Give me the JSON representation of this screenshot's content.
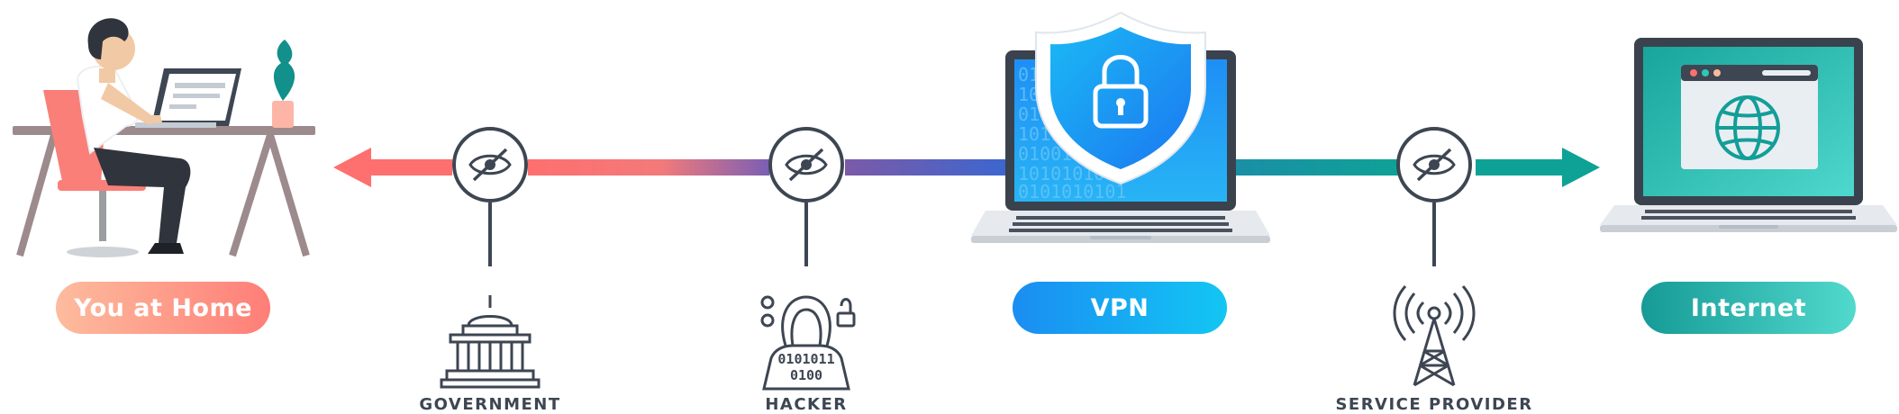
{
  "nodes": {
    "home": {
      "label": "You at Home"
    },
    "vpn": {
      "label": "VPN"
    },
    "internet": {
      "label": "Internet"
    }
  },
  "observers": {
    "government": {
      "label": "GOVERNMENT"
    },
    "hacker": {
      "label": "HACKER"
    },
    "service_provider": {
      "label": "SERVICE PROVIDER"
    }
  },
  "icons": {
    "hidden_eye": "eye-slash-icon",
    "government": "capitol-building-icon",
    "hacker": "hooded-hacker-icon",
    "service_provider": "radio-tower-icon",
    "vpn": "shield-lock-icon",
    "internet": "globe-icon"
  },
  "binary_text": [
    "0101010101",
    "1010101011",
    "0110100110",
    "1011101001",
    "0100101010",
    "1010101011",
    "0101010101"
  ],
  "hacker_code": [
    "0101011",
    "0100"
  ],
  "colors": {
    "home_pill": [
      "#fdb99c",
      "#fe7f78"
    ],
    "vpn_pill": [
      "#1a8df2",
      "#13c6f3"
    ],
    "internet_pill": [
      "#169a96",
      "#52d9cd"
    ],
    "arrow_left": "#fe7474",
    "arrow_mid": "#4a5fc4",
    "arrow_right": "#129c97",
    "icon_stroke": "#3d4652"
  }
}
